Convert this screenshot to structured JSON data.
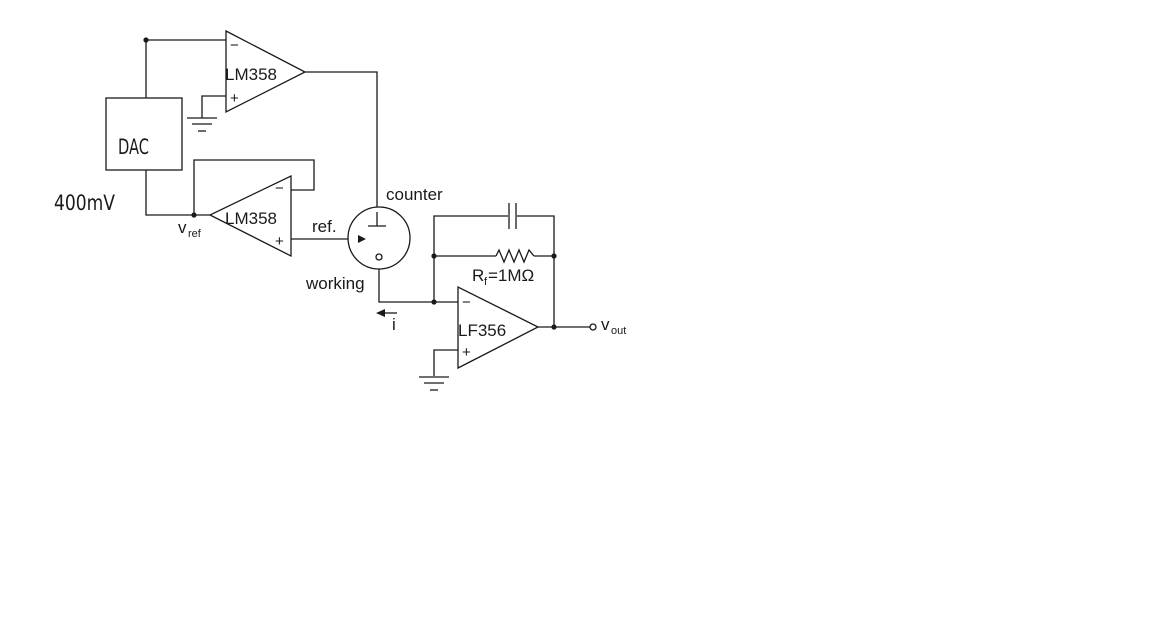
{
  "components": {
    "dac": {
      "label": "DAC"
    },
    "dac_voltage": {
      "label": "400mV"
    },
    "opamp_top": {
      "label": "LM358",
      "minus": "−",
      "plus": "+"
    },
    "opamp_ref": {
      "label": "LM358",
      "minus": "−",
      "plus": "+"
    },
    "opamp_tia": {
      "label": "LF356",
      "minus": "−",
      "plus": "+"
    },
    "resistor": {
      "label_main": "R",
      "label_sub": "f",
      "label_value": "=1MΩ"
    }
  },
  "nodes": {
    "vref": {
      "main": "v",
      "sub": "ref"
    },
    "vout": {
      "main": "v",
      "sub": "out"
    }
  },
  "electrodes": {
    "counter": "counter",
    "reference": "ref.",
    "working": "working"
  },
  "current": {
    "label": "i"
  }
}
